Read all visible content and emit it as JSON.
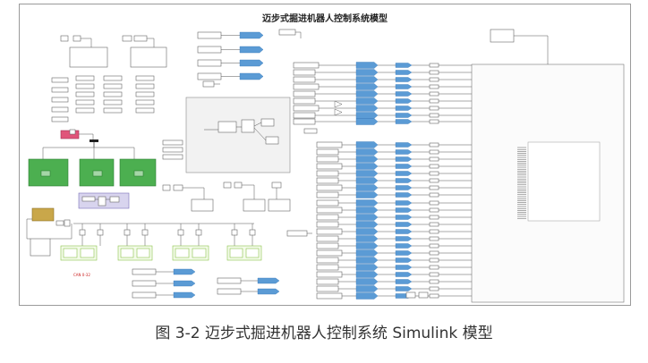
{
  "diagram": {
    "title": "迈步式掘进机器人控制系统模型",
    "can_label": "CAN 0-32"
  },
  "caption": "图 3-2 迈步式掘进机器人控制系统 Simulink 模型",
  "colors": {
    "outport_blue": "#5b9bd5",
    "subsystem_green": "#4caf50",
    "scope_green": "#8bc34a",
    "red_block": "#e0557a",
    "olive_block": "#c9a74a",
    "lavender_panel": "#d8d4ee",
    "wire": "#555555",
    "frame": "#9a9a9a"
  }
}
